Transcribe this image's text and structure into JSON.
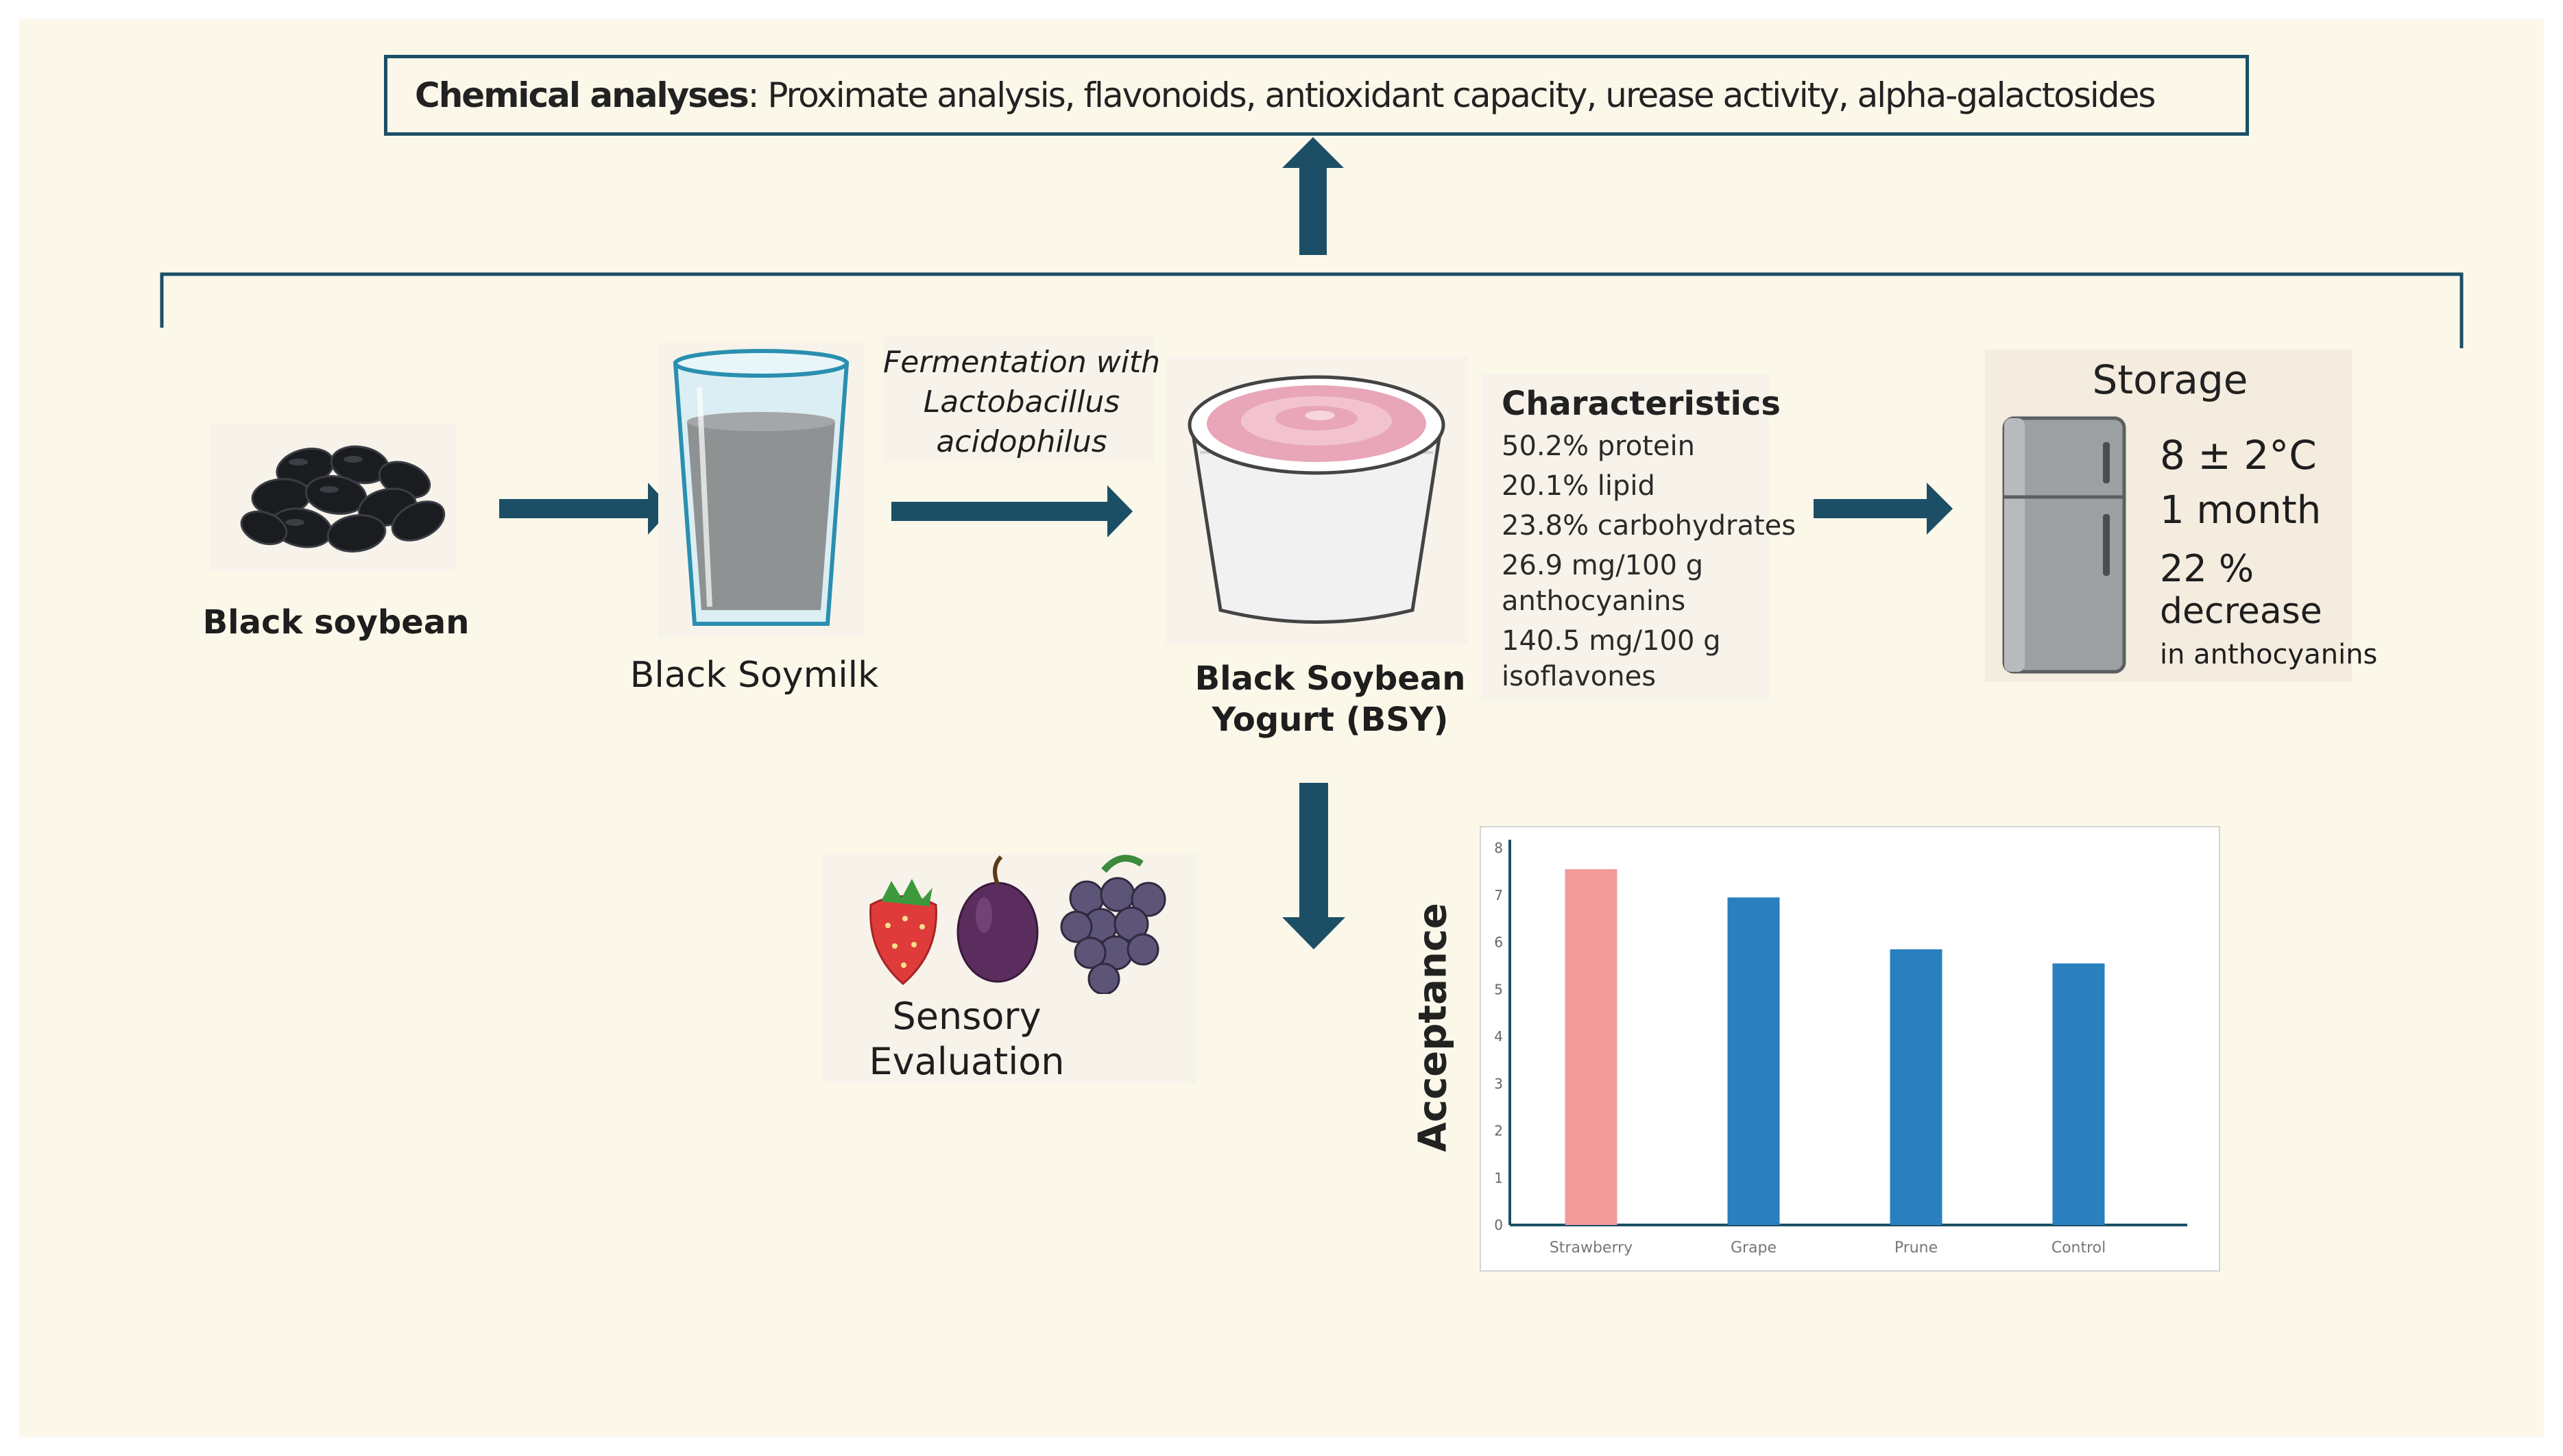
{
  "analyses": {
    "lead": "Chemical analyses",
    "rest": ": Proximate analysis, flavonoids, antioxidant capacity, urease activity, alpha-galactosides"
  },
  "steps": {
    "soybean": "Black soybean",
    "soymilk": "Black Soymilk",
    "fermentation_line1": "Fermentation with",
    "fermentation_line2": "Lactobacillus",
    "fermentation_line3": "acidophilus",
    "yogurt_line1": "Black Soybean",
    "yogurt_line2": "Yogurt (BSY)"
  },
  "characteristics": {
    "title": "Characteristics",
    "lines": [
      "50.2% protein",
      "20.1% lipid",
      "23.8% carbohydrates",
      "26.9 mg/100 g",
      "anthocyanins",
      "140.5 mg/100 g",
      "isoflavones"
    ]
  },
  "storage": {
    "title": "Storage",
    "temp": "8 ± 2°C",
    "duration": "1 month",
    "pct": "22 %",
    "decrease": "decrease",
    "note": "in anthocyanins"
  },
  "sensory": {
    "line1": "Sensory",
    "line2": "Evaluation"
  },
  "colors": {
    "arrow": "#1c4f66",
    "bar_blue": "#2a7fbe",
    "bar_pink": "#f09a9a"
  },
  "chart_data": {
    "type": "bar",
    "categories": [
      "Strawberry",
      "Grape",
      "Prune",
      "Control"
    ],
    "values": [
      7.55,
      6.95,
      5.85,
      5.55
    ],
    "ylabel": "Acceptance",
    "ylim": [
      0,
      8
    ],
    "yticks": [
      "0",
      "1",
      "2",
      "3",
      "4",
      "5",
      "6",
      "7",
      "8"
    ],
    "bar_colors": [
      "#f09a9a",
      "#2a7fbe",
      "#2a7fbe",
      "#2a7fbe"
    ],
    "grid": false
  }
}
